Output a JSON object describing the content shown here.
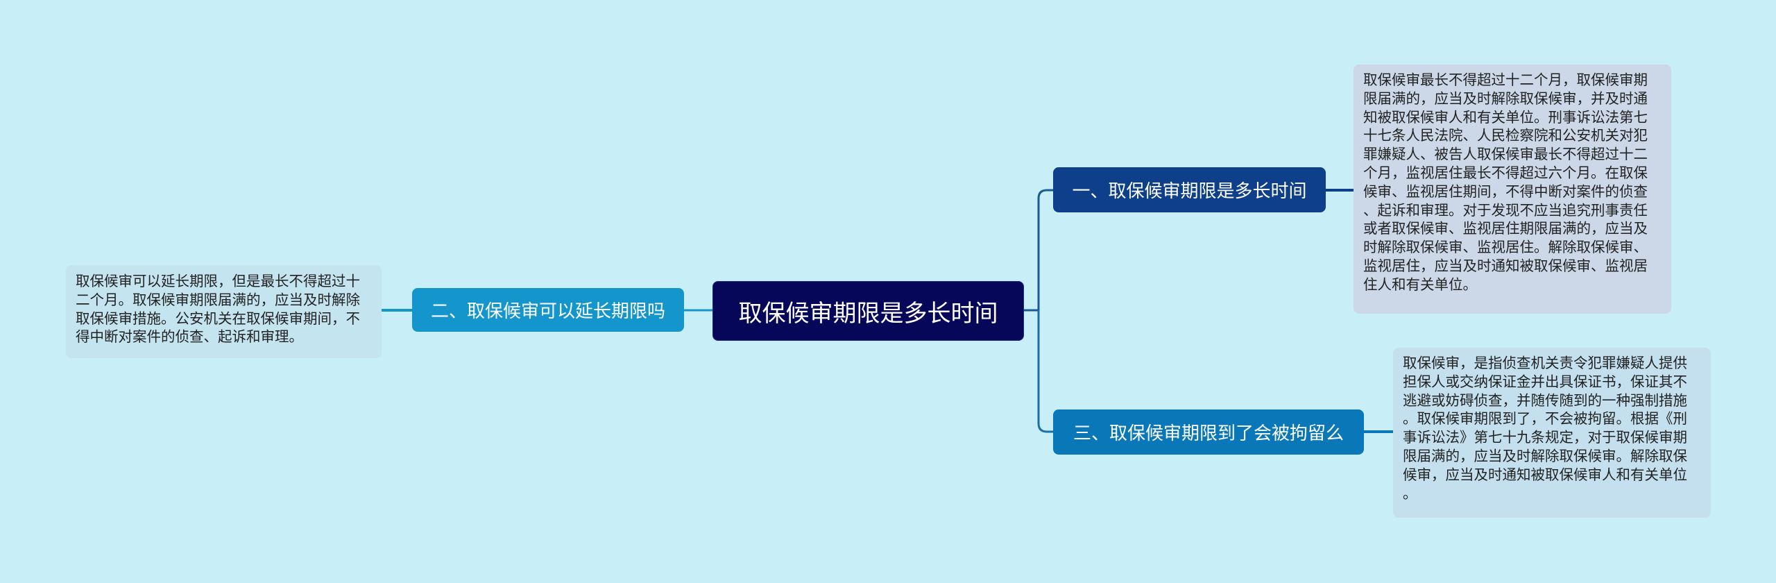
{
  "center": {
    "label": "取保候审期限是多长时间"
  },
  "branches": [
    {
      "label": "一、取保候审期限是多长时间",
      "color": "#0d3f8a"
    },
    {
      "label": "二、取保候审可以延长期限吗",
      "color": "#1496cc"
    },
    {
      "label": "三、取保候审期限到了会被拘留么",
      "color": "#0a78b8"
    }
  ],
  "leaves": [
    {
      "lines": [
        "取保候审最长不得超过十二个月，取保候审期",
        "限届满的，应当及时解除取保候审，并及时通",
        "知被取保候审人和有关单位。刑事诉讼法第七",
        "十七条人民法院、人民检察院和公安机关对犯",
        "罪嫌疑人、被告人取保候审最长不得超过十二",
        "个月，监视居住最长不得超过六个月。在取保",
        "候审、监视居住期间，不得中断对案件的侦查",
        "、起诉和审理。对于发现不应当追究刑事责任",
        "或者取保候审、监视居住期限届满的，应当及",
        "时解除取保候审、监视居住。解除取保候审、",
        "监视居住，应当及时通知被取保候审、监视居",
        "住人和有关单位。"
      ]
    },
    {
      "lines": [
        "取保候审可以延长期限，但是最长不得超过十",
        "二个月。取保候审期限届满的，应当及时解除",
        "取保候审措施。公安机关在取保候审期间，不",
        "得中断对案件的侦查、起诉和审理。"
      ]
    },
    {
      "lines": [
        "取保候审，是指侦查机关责令犯罪嫌疑人提供",
        "担保人或交纳保证金并出具保证书，保证其不",
        "逃避或妨碍侦查，并随传随到的一种强制措施",
        "。取保候审期限到了，不会被拘留。根据《刑",
        "事诉讼法》第七十九条规定，对于取保候审期",
        "限届满的，应当及时解除取保候审。解除取保",
        "候审，应当及时通知被取保候审人和有关单位",
        "。"
      ]
    }
  ]
}
